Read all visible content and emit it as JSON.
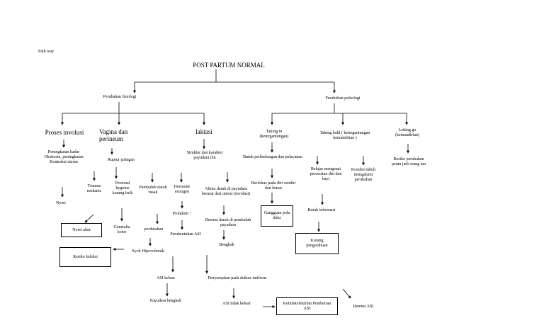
{
  "page_label": "Path way",
  "root": "POST PARTUM NORMAL",
  "branches": {
    "fisiologi": "Perubahan fisiologi",
    "psikologi": "Perubahan psikologi"
  },
  "fisiologi": {
    "involusi": "Proses involusi",
    "involusi_effect": "Peningkatan kadar Oksitosin, peningkatan Kontraksi uterus",
    "nyeri": "Nyeri",
    "nyeri_akut": "Nyeri akut",
    "vagina": "Vagina dan perineum",
    "ruptur": "Ruptur jaringan",
    "trauma": "Trauma mekanis",
    "personal_hygiene": "Personal hygiene kurang baik",
    "genetalia_kotor": "Genetalia kotor",
    "risiko_infeksi": "Resiko Infeksi",
    "laktasi": "laktasi",
    "struktur": "Struktur dan karakter payudara ibu",
    "pembuluh": "Pembuluh darah rusak",
    "perdarahan": "perdarahan",
    "syok": "Syok Hipovolemik",
    "hormone": "Hormone estrogen",
    "prolaktin": "Prolaktin ↑",
    "pembentukan_asi": "Pembentukan ASI",
    "aliran_darah": "Aliran darah di payudara berurai dari uterus (involusi)",
    "retensi_darah": "Retensi darah di pembuluh payudara",
    "bengkak": "Bengkak",
    "asi_keluar": "ASI keluar",
    "penyempitan": "Penyempitan pada duktus intiferus",
    "payudara_bengkak": "Payudara bengkak",
    "asi_tidak_keluar": "ASI tidak keluar",
    "ketidakefektifan": "Ketidakefektifan Pemberian ASI",
    "retensi_asi": "Retensi ASI"
  },
  "psikologi": {
    "taking_in": "Taking in (ketergantungan)",
    "butuh_perlindungan": "Butuh perlindungan dan pelayanan",
    "berfokus": "Berfokus pada diri sendiri dan lemas",
    "gangguan_tidur": "Gangguan pola tidur",
    "taking_hold": "Taking hold ( ketergantungan kemandirian )",
    "belajar": "Belajar mengenai perawatan diri dan bayi",
    "butuh_informasi": "Butuh informasi",
    "kurang_pengetahuan": "Kurang pengetahuan",
    "kondisi": "Kondisi tubuh mengalami perubahan",
    "letting_go": "Letting go (kemandirian)",
    "risiko_perubahan": "Resiko perubahan peran jadi orang tua"
  }
}
